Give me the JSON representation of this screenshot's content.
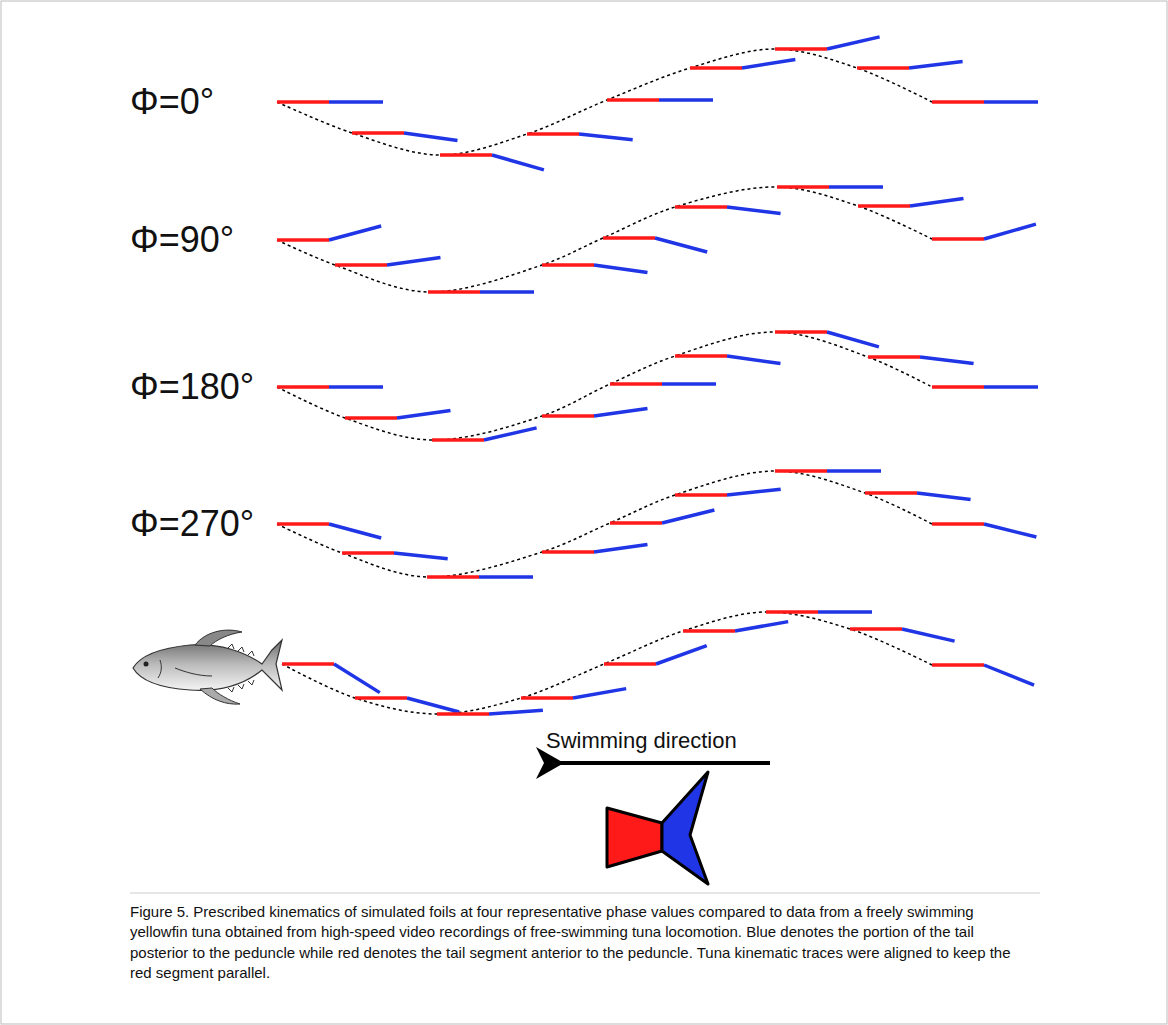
{
  "diagram": {
    "caption": "Figure 5. Prescribed kinematics of simulated foils at four representative phase values compared to data from a freely swimming yellowfin tuna obtained from high-speed video recordings of free-swimming tuna locomotion. Blue denotes the portion of the tail posterior to the peduncle while red denotes the tail segment anterior to the peduncle. Tuna kinematic traces were aligned to keep the red segment parallel.",
    "labels": [
      "Φ=0°",
      "Φ=90°",
      "Φ=180°",
      "Φ=270°",
      "Swimming direction"
    ]
  }
}
